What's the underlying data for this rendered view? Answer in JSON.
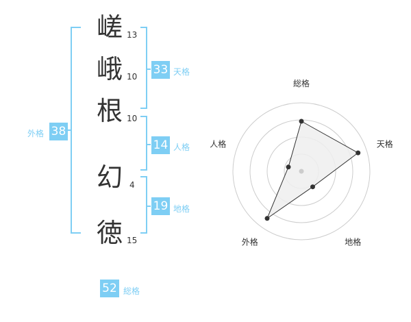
{
  "name": {
    "characters": [
      {
        "char": "嵯",
        "strokes": "13"
      },
      {
        "char": "峨",
        "strokes": "10"
      },
      {
        "char": "根",
        "strokes": "10"
      },
      {
        "char": "幻",
        "strokes": "4"
      },
      {
        "char": "徳",
        "strokes": "15"
      }
    ]
  },
  "grades": {
    "tenkaku": {
      "value": "33",
      "label": "天格"
    },
    "jinkaku": {
      "value": "14",
      "label": "人格"
    },
    "chikaku": {
      "value": "19",
      "label": "地格"
    },
    "gaikaku": {
      "value": "38",
      "label": "外格"
    },
    "soukaku": {
      "value": "52",
      "label": "総格"
    }
  },
  "colors": {
    "accent": "#7ecef4",
    "text": "#333333",
    "grid": "#cccccc",
    "fill": "#eeeeee"
  },
  "chart_data": {
    "type": "radar",
    "axes": [
      "総格",
      "天格",
      "地格",
      "外格",
      "人格"
    ],
    "values": [
      0.73,
      0.87,
      0.28,
      0.85,
      0.2
    ],
    "rings": 4,
    "grid": true
  }
}
